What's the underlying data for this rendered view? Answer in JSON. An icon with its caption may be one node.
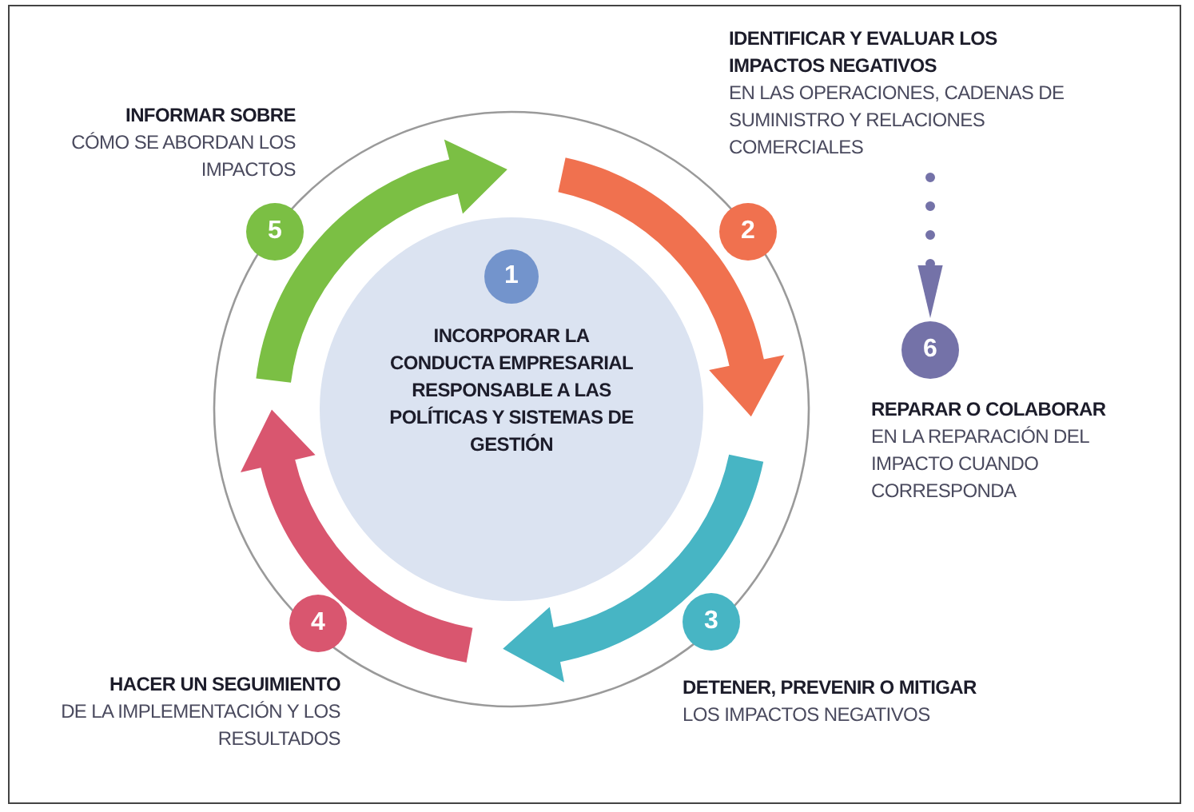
{
  "diagram": {
    "nodes": [
      {
        "text": [
          "INFORMAR SOBRE",
          "CÓMO SE ABORDAN LOS IMPACTOS"
        ]
      },
      {
        "text": [
          "IDENTIFICAR Y EVALUAR LOS IMPACTOS NEGATIVOS",
          "EN LAS OPERACIONES, CADENAS DE SUMINISTRO Y RELACIONES COMERCIALES"
        ]
      },
      {
        "text": [
          "5"
        ]
      },
      {
        "text": [
          "2"
        ]
      },
      {
        "text": [
          "INCORPORAR LA CONDUCTA EMPRESARIAL RESPONSABLE A LAS POLÍTICAS Y SISTEMAS DE GESTIÓN"
        ]
      },
      {
        "text": [
          "1"
        ],
        "in": 4
      },
      {
        "text": [
          "6"
        ]
      },
      {
        "text": [
          "REPARAR O COLABORAR",
          "EN LA REPARACIÓN DEL IMPACTO CUANDO CORRESPONDA"
        ]
      },
      {
        "text": [
          "4"
        ]
      },
      {
        "text": [
          "3"
        ]
      },
      {
        "text": [
          "HACER UN SEGUIMIENTO",
          "DE LA IMPLEMENTACIÓN Y LOS RESULTADOS"
        ]
      },
      {
        "text": [
          "DETENER, PREVENIR O MITIGAR",
          "LOS IMPACTOS NEGATIVOS"
        ]
      }
    ],
    "edges": [
      {
        "from": 2,
        "to": 5,
        "arrow": "to",
        "color": "#7bbf44"
      },
      {
        "from": 3,
        "to": 9,
        "arrow": "to",
        "color": "#f0714f"
      },
      {
        "from": 9,
        "to": 8,
        "arrow": "to",
        "color": "#47b5c4"
      },
      {
        "from": 8,
        "to": 2,
        "arrow": "to",
        "color": "#d9566f"
      },
      {
        "from": 1,
        "to": 6,
        "arrow": "to",
        "style": "dashed",
        "color": "#7472a8"
      }
    ]
  }
}
